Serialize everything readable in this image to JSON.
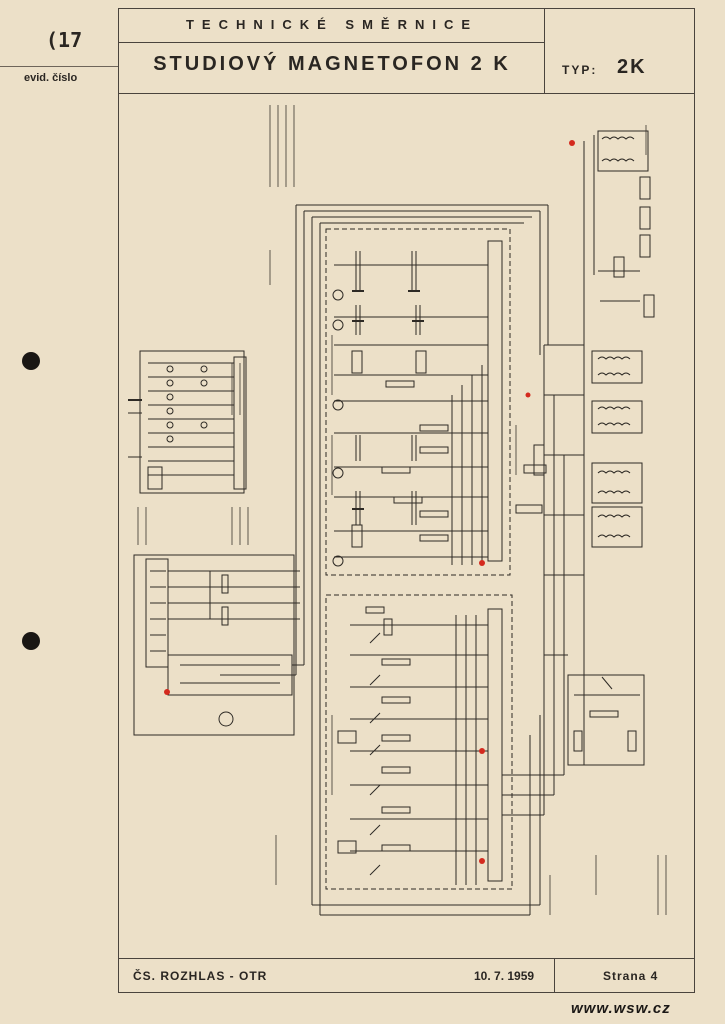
{
  "sheet": {
    "page_number": "(17",
    "evid_label": "evid. číslo"
  },
  "header": {
    "subtitle": "TECHNICKÉ SMĚRNICE",
    "title": "STUDIOVÝ MAGNETOFON 2 K",
    "type_label": "TYP:",
    "type_value": "2K"
  },
  "footer": {
    "organization": "ČS. ROZHLAS - OTR",
    "date": "10. 7. 1959",
    "page": "Strana 4"
  },
  "watermark": "www.wsw.cz",
  "colors": {
    "paper": "#ece0c8",
    "ink": "#2a2622",
    "marker": "#d42a1e"
  }
}
